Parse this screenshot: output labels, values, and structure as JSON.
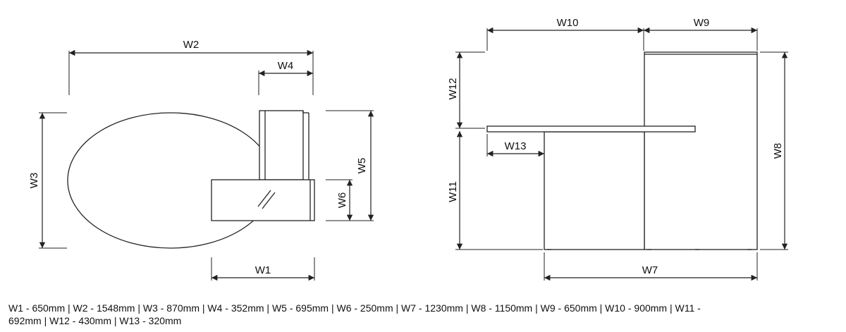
{
  "labels": {
    "w1": "W1",
    "w2": "W2",
    "w3": "W3",
    "w4": "W4",
    "w5": "W5",
    "w6": "W6",
    "w7": "W7",
    "w8": "W8",
    "w9": "W9",
    "w10": "W10",
    "w11": "W11",
    "w12": "W12",
    "w13": "W13"
  },
  "caption": "W1 - 650mm | W2 - 1548mm | W3 - 870mm | W4 - 352mm | W5 - 695mm | W6 - 250mm | W7 - 1230mm | W8 - 1150mm | W9 - 650mm | W10 - 900mm | W11 - 692mm | W12 - 430mm | W13 - 320mm"
}
